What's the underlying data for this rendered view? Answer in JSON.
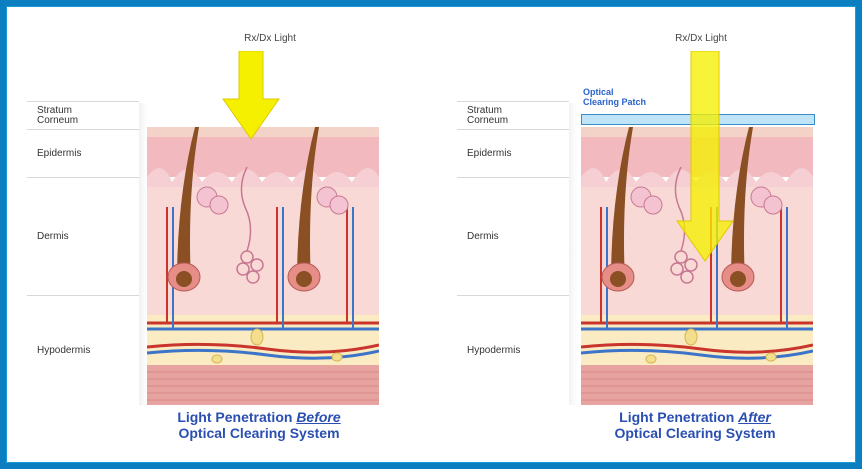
{
  "light_label": "Rx/Dx Light",
  "layers": [
    "Stratum\nCorneum",
    "Epidermis",
    "Dermis",
    "Hypodermis"
  ],
  "patch_label_line1": "Optical",
  "patch_label_line2": "Clearing Patch",
  "before": {
    "caption_line1_prefix": "Light Penetration ",
    "caption_line1_emph": "Before",
    "caption_line2": "Optical Clearing System"
  },
  "after": {
    "caption_line1_prefix": "Light Penetration ",
    "caption_line1_emph": "After",
    "caption_line2": "Optical Clearing System"
  },
  "colors": {
    "border": "#0c7fc0",
    "arrow": "#f5f000",
    "caption": "#2a4fb0",
    "patch": "#bfe4f7"
  }
}
